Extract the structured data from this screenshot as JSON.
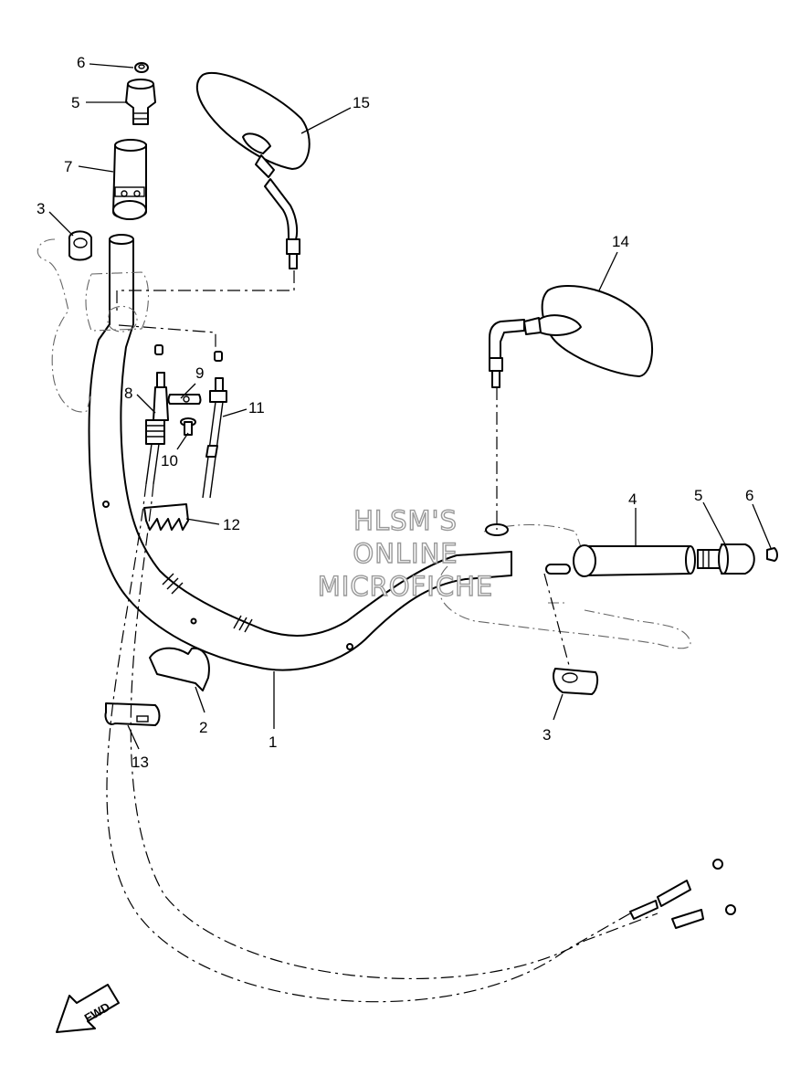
{
  "callouts": {
    "c1": "1",
    "c2": "2",
    "c3_left": "3",
    "c3_right": "3",
    "c4": "4",
    "c5_left": "5",
    "c5_right": "5",
    "c6_left": "6",
    "c6_right": "6",
    "c7": "7",
    "c8": "8",
    "c9": "9",
    "c10": "10",
    "c11": "11",
    "c12": "12",
    "c13": "13",
    "c14": "14",
    "c15": "15"
  },
  "watermark": {
    "line1": "HLSM'S",
    "line2": "ONLINE",
    "line3": "MICROFICHE"
  },
  "fwd_label": "FWD"
}
